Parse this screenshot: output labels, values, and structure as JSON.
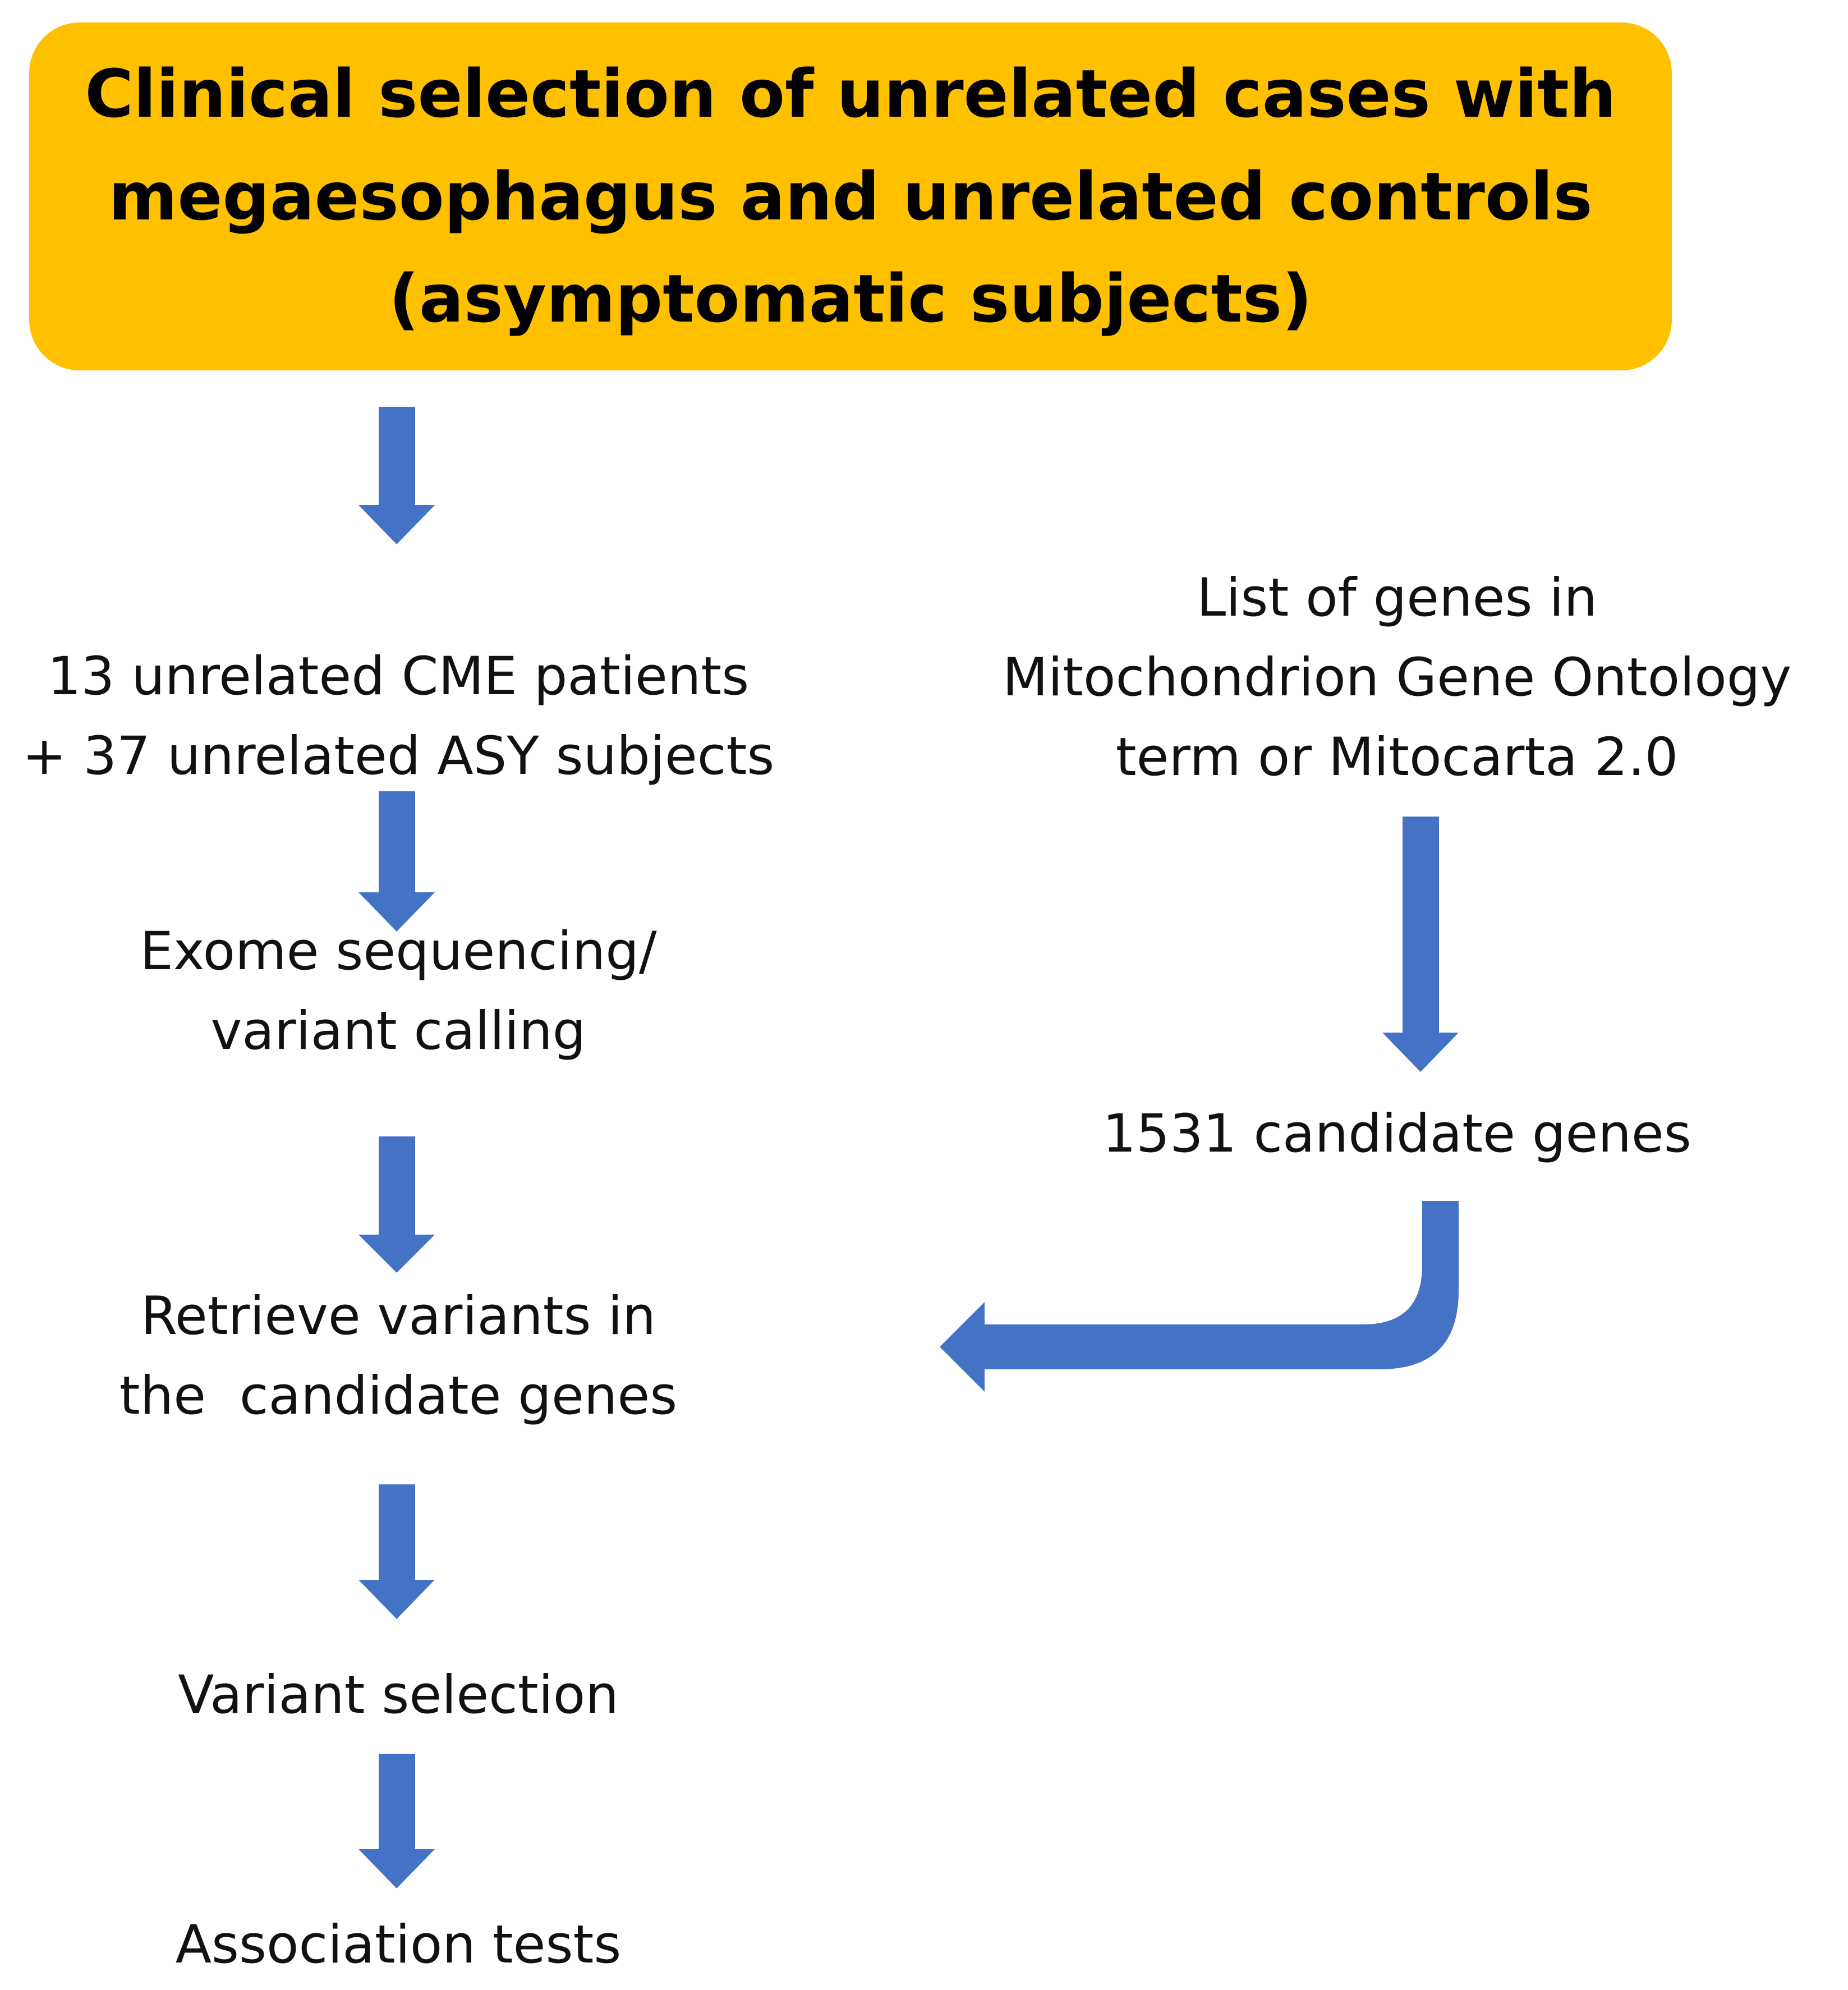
{
  "header": {
    "lines": [
      "Clinical selection of unrelated cases with",
      "megaesophagus and unrelated controls",
      "(asymptomatic subjects)"
    ],
    "fill_color": "#FFC000"
  },
  "left_steps": [
    {
      "lines": [
        "13 unrelated CME patients",
        "+ 37 unrelated ASY subjects"
      ]
    },
    {
      "lines": [
        "Exome sequencing/",
        "variant calling"
      ]
    },
    {
      "lines": [
        "Retrieve variants in",
        "the  candidate genes"
      ]
    },
    {
      "lines": [
        "Variant selection"
      ]
    },
    {
      "lines": [
        "Association tests"
      ]
    }
  ],
  "right_steps": [
    {
      "lines": [
        "List of genes in",
        "Mitochondrion Gene Ontology",
        "term or Mitocarta 2.0"
      ]
    },
    {
      "lines": [
        "1531 candidate genes"
      ]
    }
  ],
  "arrow_color": "#4472C4"
}
